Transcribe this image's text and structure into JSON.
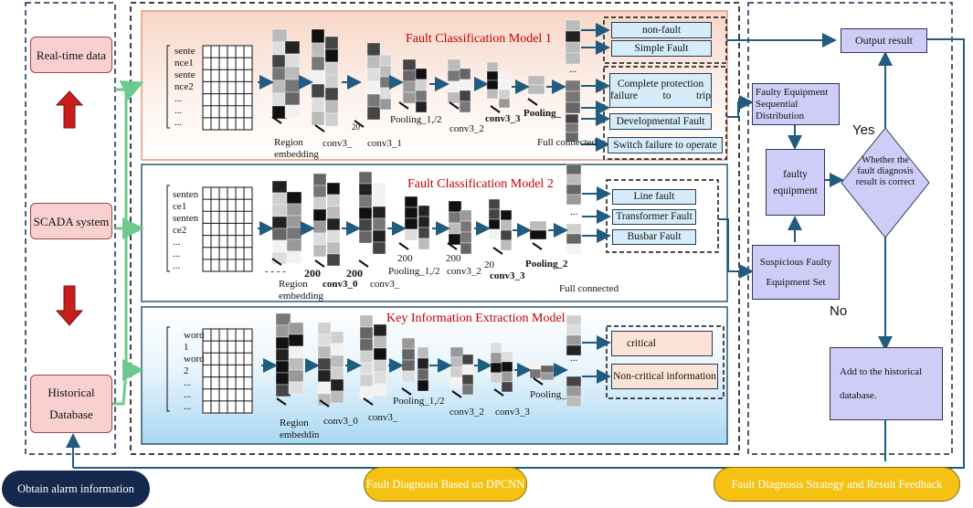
{
  "left": {
    "realtime": "Real-time data",
    "scada": "SCADA system",
    "historical": "Historical Database",
    "obtain": "Obtain alarm information"
  },
  "models": {
    "m1": {
      "title": "Fault Classification Model 1",
      "sentence": "sente\nnce1\nsente\nnce2\n...\n...\n...",
      "region": "Region\nembedding",
      "conv_a": "conv3_",
      "conv_b": "conv3_1",
      "pool1": "Pooling_1,/2",
      "conv_c": "conv3_2",
      "conv_d": "conv3_3",
      "pool2": "Pooling_",
      "num_200": "20",
      "fc": "Full connected",
      "dots": "...",
      "out_nonfault": "non-fault",
      "out_simple": "Simple Fault",
      "out_complete": "Complete protection failure to trip",
      "out_developmental": "Developmental Fault",
      "out_switch": "Switch failure to operate"
    },
    "m2": {
      "title": "Fault Classification Model 2",
      "sentence": "senten\nce1\nsenten\nce2\n...\n...\n...",
      "region": "Region\nembedding",
      "dashes": "- - - -",
      "n200a": "200",
      "n200b": "200",
      "n200c": "200",
      "n200d": "200",
      "n20": "20",
      "conv_a": "conv3_0",
      "conv_b": "conv3_",
      "pool1": "Pooling_1,/2",
      "conv_c": "conv3_2",
      "conv_d": "conv3_3",
      "pool2": "Pooling_2",
      "fc": "Full connected",
      "dots": "...",
      "out_line": "Line fault",
      "out_transformer": "Transformer Fault",
      "out_busbar": "Busbar Fault"
    },
    "m3": {
      "title": "Key Information Extraction Model",
      "sentence": "word\n1\nword\n2\n...\n...\n...",
      "region": "Region\nembeddin",
      "conv_a": "conv3_0",
      "conv_b": "conv3_",
      "pool1": "Pooling_1,/2",
      "conv_c": "conv3_2",
      "conv_d": "conv3_3",
      "pool2": "Pooling_",
      "dots": "...",
      "out_critical": "critical",
      "out_noncritical": "Non-critical information"
    }
  },
  "right": {
    "output": "Output result",
    "sequential": "Faulty Equipment Sequential Distribution",
    "faulty": "faulty equipment",
    "suspicious": "Suspicious Faulty Equipment Set",
    "decision": "Whether the fault diagnosis result is correct",
    "yes": "Yes",
    "no": "No",
    "add": "Add to the historical database."
  },
  "bottom": {
    "dpcnn": "Fault Diagnosis Based on DPCNN",
    "strategy": "Fault Diagnosis Strategy and Result Feedback"
  },
  "colors": {
    "arrow_blue": "#1f5c80",
    "arrow_green": "#6dc98e",
    "title_red": "#c00000",
    "navy": "#14294d",
    "gold": "#f5c214"
  }
}
